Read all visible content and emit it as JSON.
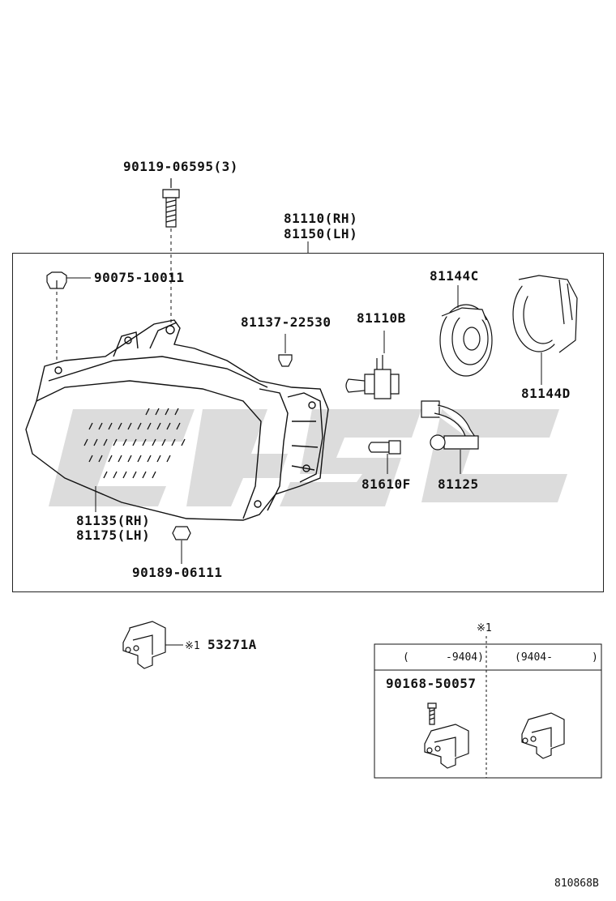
{
  "labels": {
    "bolt": "90119-06595(3)",
    "unit_rh": "81110(RH)",
    "unit_lh": "81150(LH)",
    "clip_top": "90075-10011",
    "clip_mid": "81137-22530",
    "bulb": "81110B",
    "cover_c": "81144C",
    "cover_d": "81144D",
    "small_bulb": "81610F",
    "socket": "81125",
    "lens_rh": "81135(RH)",
    "lens_lh": "81175(LH)",
    "nut": "90189-06111",
    "bracket_mark": "※1",
    "bracket": "53271A"
  },
  "inset": {
    "mark": "※1",
    "col1_header_open": "(",
    "col1_header_value": "-9404)",
    "col2_header": "(9404-",
    "col2_header_close": ")",
    "screw": "90168-50057"
  },
  "footer": {
    "diagram_id": "810868B"
  },
  "colors": {
    "line": "#111111",
    "watermark": "#d9d9d9"
  }
}
